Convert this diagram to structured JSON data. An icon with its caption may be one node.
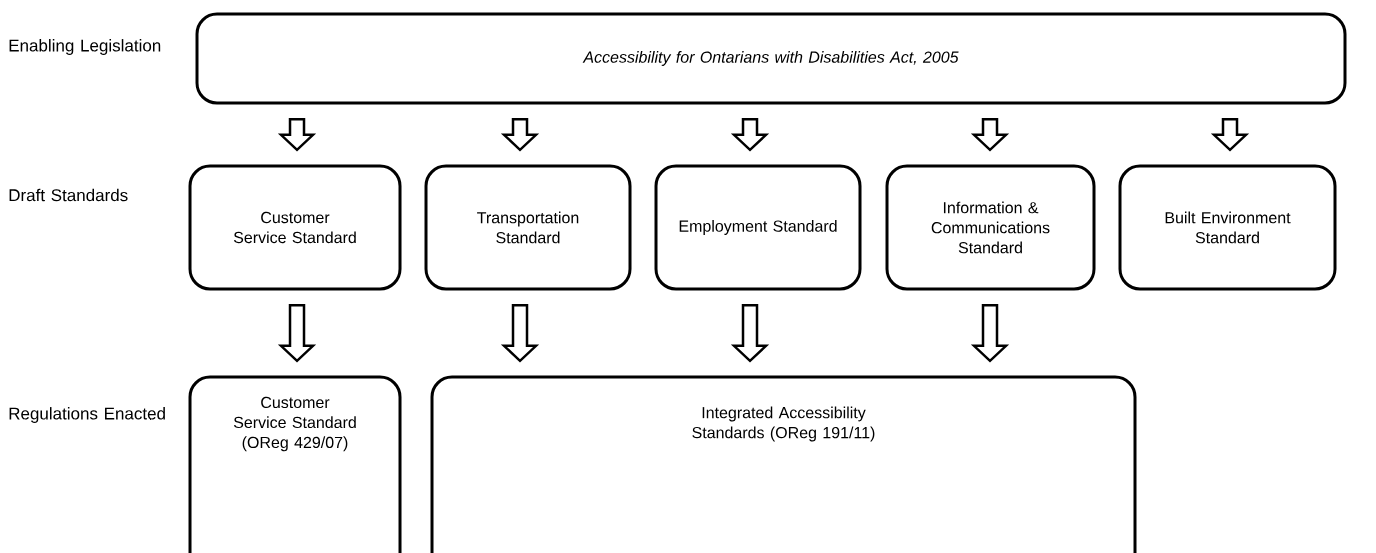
{
  "diagram": {
    "nodes": [
      {
        "text": [
          "Accessibility for Ontarians with Disabilities Act, 2005"
        ]
      },
      {
        "text": [
          "Customer Service Standard"
        ]
      },
      {
        "text": [
          "Transportation Standard"
        ]
      },
      {
        "text": [
          "Employment Standard"
        ]
      },
      {
        "text": [
          "Information & Communications Standard"
        ]
      },
      {
        "text": [
          "Built Environment Standard"
        ]
      },
      {
        "text": [
          "Customer Service Standard (OReg 429/07)"
        ]
      },
      {
        "text": [
          "Integrated Accessibility Standards (OReg 191/11)"
        ]
      }
    ],
    "edges": [
      {
        "from": 0,
        "to": 1,
        "arrow": "to"
      },
      {
        "from": 0,
        "to": 2,
        "arrow": "to"
      },
      {
        "from": 0,
        "to": 3,
        "arrow": "to"
      },
      {
        "from": 0,
        "to": 4,
        "arrow": "to"
      },
      {
        "from": 0,
        "to": 5,
        "arrow": "to"
      },
      {
        "from": 1,
        "to": 6,
        "arrow": "to"
      },
      {
        "from": 2,
        "to": 7,
        "arrow": "to"
      },
      {
        "from": 3,
        "to": 7,
        "arrow": "to"
      },
      {
        "from": 4,
        "to": 7,
        "arrow": "to"
      }
    ],
    "labels": [
      "Enabling Legislation",
      "Draft Standards",
      "Regulations Enacted"
    ]
  }
}
